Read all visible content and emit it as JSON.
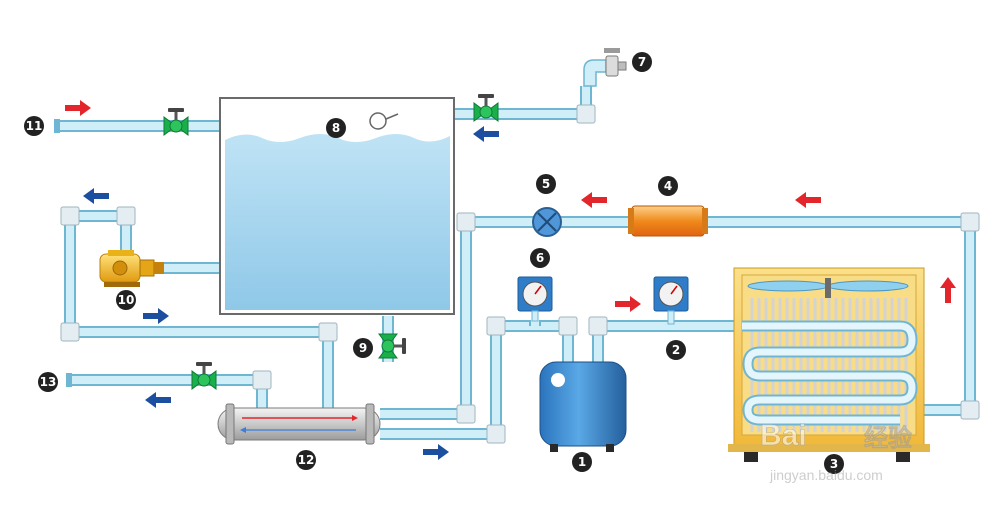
{
  "title": "",
  "colors": {
    "pipe_fill": "#cfeef8",
    "pipe_edge": "#6fb6d3",
    "joint": "#e4eef2",
    "water": "#a7d6ee",
    "arrow_red": "#e3262b",
    "arrow_blue": "#1d4fa0",
    "valve_green": "#19b04b",
    "marker_bg": "#222222",
    "heater_orange": "#f08a1c",
    "condenser_yellow": "#f7c64e",
    "receiver_blue": "#3a8ed4",
    "pump_yellow": "#f2b51a"
  },
  "markers": [
    {
      "id": "1",
      "label": "1"
    },
    {
      "id": "2",
      "label": "2"
    },
    {
      "id": "3",
      "label": "3"
    },
    {
      "id": "4",
      "label": "4"
    },
    {
      "id": "5",
      "label": "5"
    },
    {
      "id": "6",
      "label": "6"
    },
    {
      "id": "7",
      "label": "7"
    },
    {
      "id": "8",
      "label": "8"
    },
    {
      "id": "9",
      "label": "9"
    },
    {
      "id": "10",
      "label": "10"
    },
    {
      "id": "11",
      "label": "11"
    },
    {
      "id": "12",
      "label": "12"
    },
    {
      "id": "13",
      "label": "13"
    }
  ],
  "flow_arrows": [
    {
      "id": "a11",
      "color": "red",
      "direction": "right"
    },
    {
      "id": "a7",
      "color": "blue",
      "direction": "left"
    },
    {
      "id": "a10-top",
      "color": "blue",
      "direction": "left"
    },
    {
      "id": "a10-bottom",
      "color": "blue",
      "direction": "right"
    },
    {
      "id": "a5",
      "color": "red",
      "direction": "left"
    },
    {
      "id": "a4",
      "color": "red",
      "direction": "left"
    },
    {
      "id": "a3",
      "color": "red",
      "direction": "up"
    },
    {
      "id": "a2",
      "color": "red",
      "direction": "right"
    },
    {
      "id": "a13",
      "color": "blue",
      "direction": "left"
    },
    {
      "id": "a12",
      "color": "blue",
      "direction": "right"
    }
  ],
  "watermark": {
    "brand": "Bai",
    "brand_suffix": "经验",
    "url": "jingyan.baidu.com"
  }
}
